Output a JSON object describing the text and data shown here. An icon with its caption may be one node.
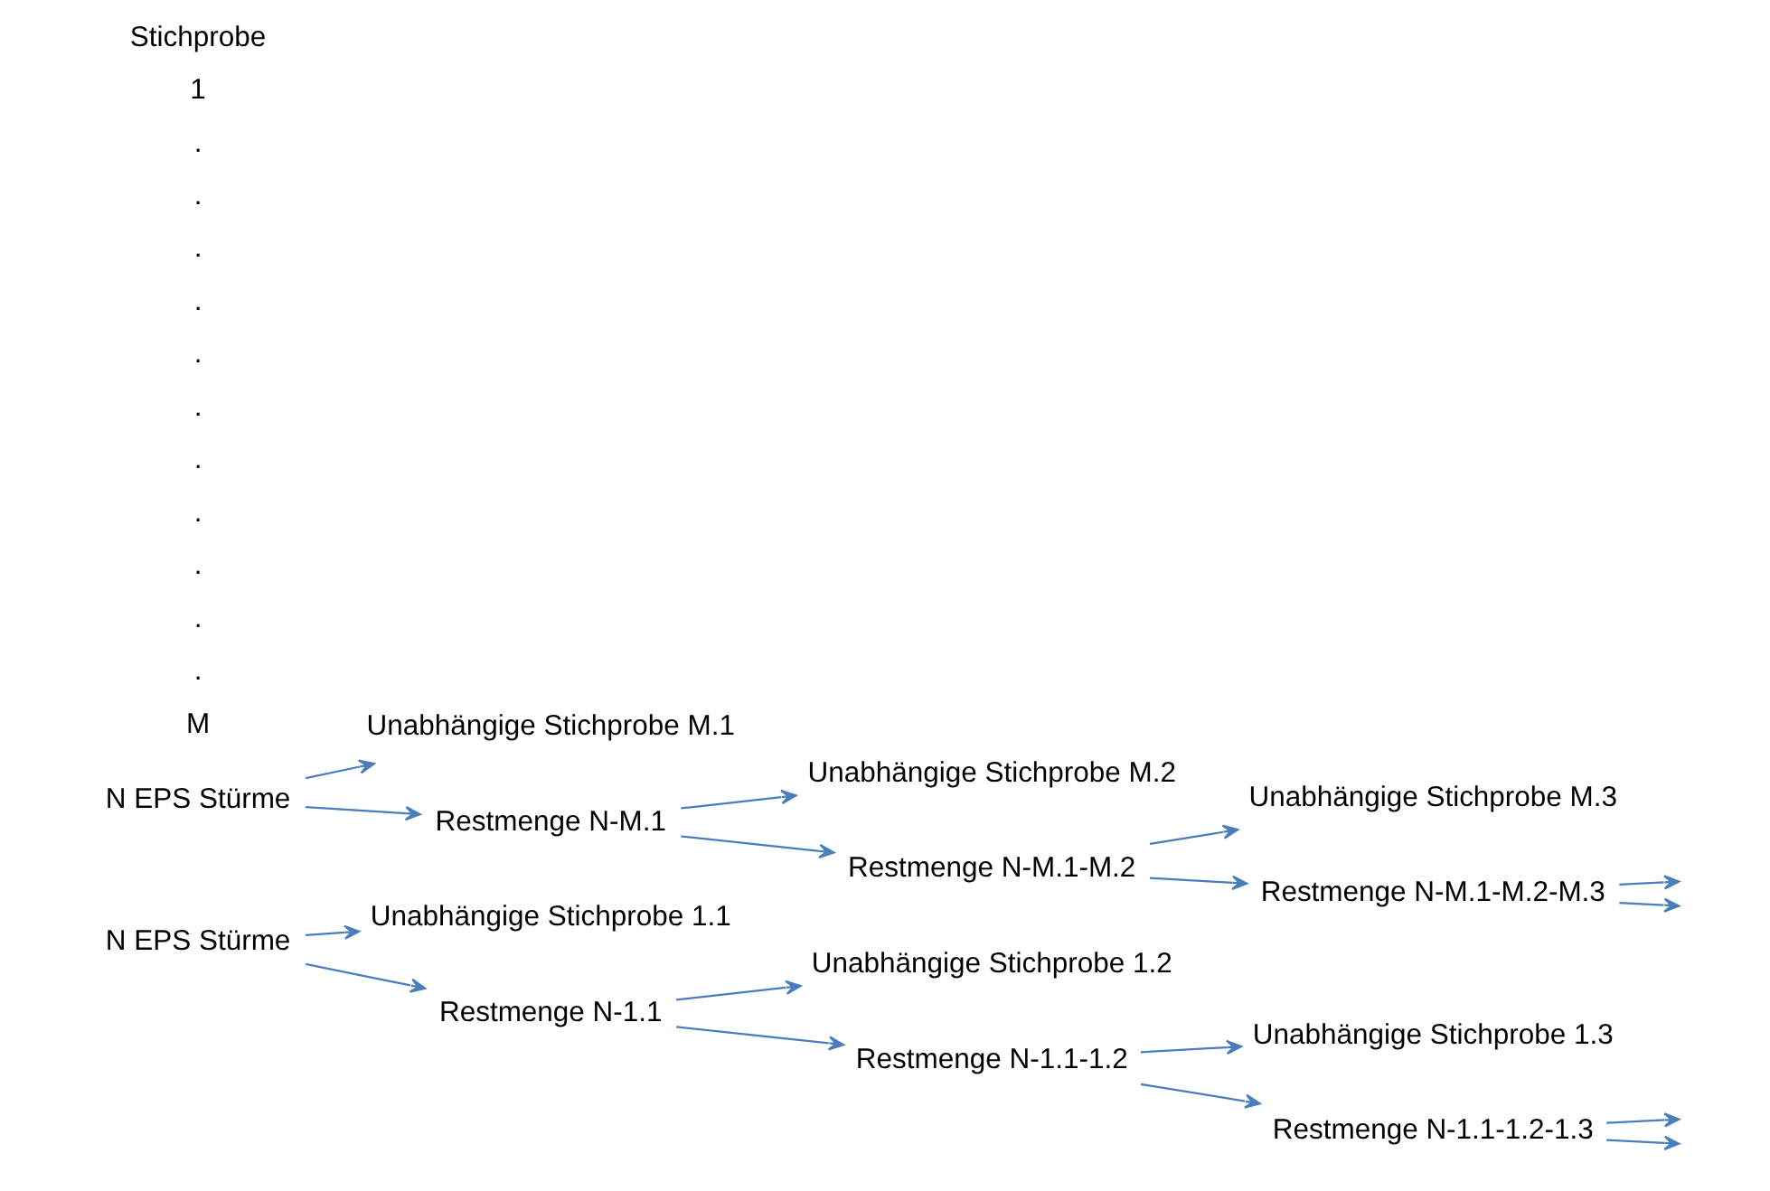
{
  "diagram": {
    "nodes": [
      {
        "text": [
          "N EPS Stürme"
        ]
      },
      {
        "text": [
          "Unabhängige Stichprobe 1.1"
        ]
      },
      {
        "text": [
          "Restmenge N-1.1"
        ]
      },
      {
        "text": [
          "Unabhängige Stichprobe 1.2"
        ]
      },
      {
        "text": [
          "Restmenge N-1.1-1.2"
        ]
      },
      {
        "text": [
          "Unabhängige Stichprobe 1.3"
        ]
      },
      {
        "text": [
          "Restmenge N-1.1-1.2-1.3"
        ]
      },
      {
        "text": [
          "N EPS Stürme"
        ]
      },
      {
        "text": [
          "Unabhängige Stichprobe M.1"
        ]
      },
      {
        "text": [
          "Restmenge N-M.1"
        ]
      },
      {
        "text": [
          "Unabhängige Stichprobe M.2"
        ]
      },
      {
        "text": [
          "Restmenge N-M.1-M.2"
        ]
      },
      {
        "text": [
          "Unabhängige Stichprobe M.3"
        ]
      },
      {
        "text": [
          "Restmenge N-M.1-M.2-M.3"
        ]
      }
    ],
    "edges": [
      {
        "from": 0,
        "to": 1,
        "arrow": "to"
      },
      {
        "from": 0,
        "to": 2,
        "arrow": "to"
      },
      {
        "from": 2,
        "to": 3,
        "arrow": "to"
      },
      {
        "from": 2,
        "to": 4,
        "arrow": "to"
      },
      {
        "from": 4,
        "to": 5,
        "arrow": "to"
      },
      {
        "from": 4,
        "to": 6,
        "arrow": "to"
      },
      {
        "from": 6,
        "to": null,
        "arrow": "to"
      },
      {
        "from": 6,
        "to": null,
        "arrow": "to"
      },
      {
        "from": 7,
        "to": 8,
        "arrow": "to"
      },
      {
        "from": 7,
        "to": 9,
        "arrow": "to"
      },
      {
        "from": 9,
        "to": 10,
        "arrow": "to"
      },
      {
        "from": 9,
        "to": 11,
        "arrow": "to"
      },
      {
        "from": 11,
        "to": 12,
        "arrow": "to"
      },
      {
        "from": 11,
        "to": 13,
        "arrow": "to"
      },
      {
        "from": 13,
        "to": null,
        "arrow": "to"
      },
      {
        "from": 13,
        "to": null,
        "arrow": "to"
      }
    ],
    "labels": [
      "Stichprobe",
      "1",
      ".",
      ".",
      ".",
      ".",
      ".",
      ".",
      ".",
      ".",
      ".",
      ".",
      ".",
      "M"
    ]
  }
}
